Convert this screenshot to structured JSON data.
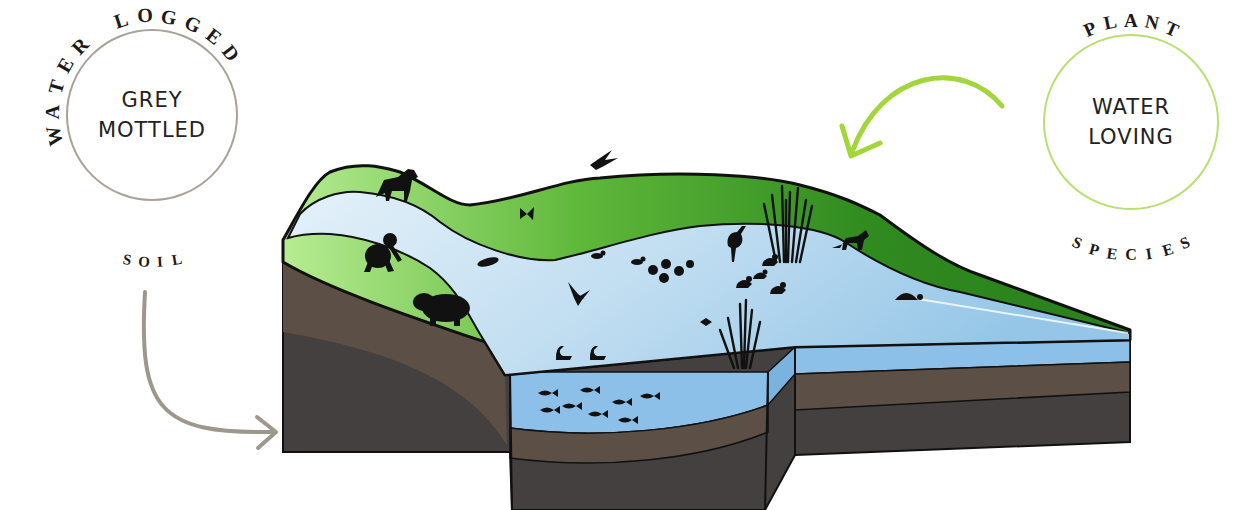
{
  "diagram": {
    "nodes": [
      {
        "text": [
          "WATER LOGGED",
          "GREY MOTTLED",
          "SOIL"
        ]
      },
      {
        "text": [
          "PLANT",
          "WATER LOVING",
          "SPECIES"
        ]
      }
    ]
  }
}
